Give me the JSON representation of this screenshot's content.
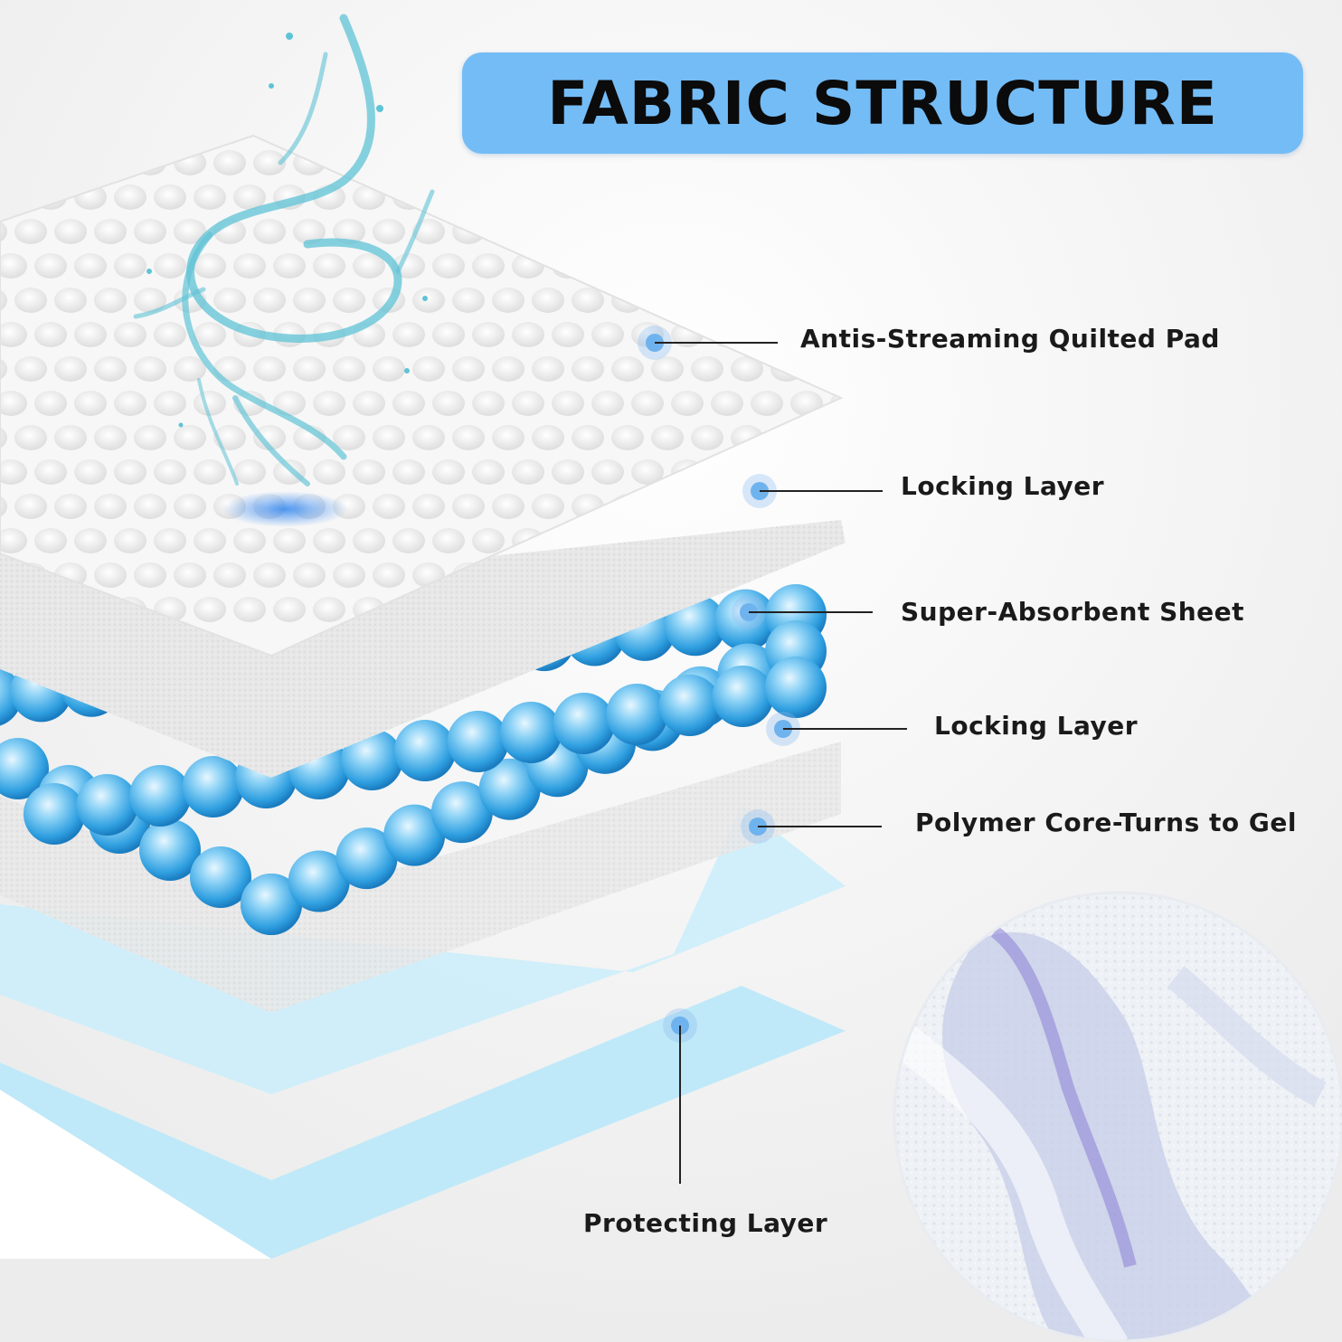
{
  "title": "FABRIC STRUCTURE",
  "layers": [
    {
      "label": "Antis-Streaming Quilted Pad"
    },
    {
      "label": "Locking Layer"
    },
    {
      "label": "Super-Absorbent Sheet"
    },
    {
      "label": "Locking Layer"
    },
    {
      "label": "Polymer Core-Turns to Gel"
    },
    {
      "label": "Protecting Layer"
    }
  ],
  "colors": {
    "banner": "#74bcf6",
    "accent_blue": "#8fd6f4",
    "bead_blue": "#3aa8e6",
    "dot": "#6fb3ee"
  }
}
